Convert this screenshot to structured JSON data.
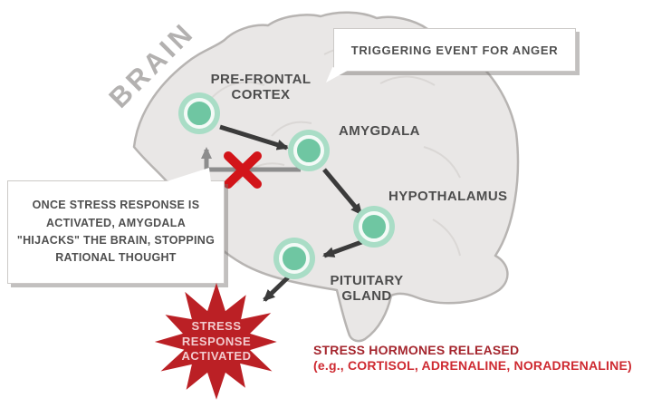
{
  "brain": {
    "label": "BRAIN"
  },
  "callouts": {
    "trigger": {
      "text": "TRIGGERING EVENT FOR ANGER"
    },
    "hijack": {
      "text": "ONCE STRESS RESPONSE IS\nACTIVATED, AMYGDALA\n\"HIJACKS\" THE BRAIN, STOPPING\nRATIONAL THOUGHT"
    }
  },
  "nodes": {
    "pfc": {
      "label": "PRE-FRONTAL\nCORTEX"
    },
    "amygdala": {
      "label": "AMYGDALA"
    },
    "hypothalamus": {
      "label": "HYPOTHALAMUS"
    },
    "pituitary": {
      "label": "PITUITARY\nGLAND"
    }
  },
  "starburst": {
    "text": "STRESS\nRESPONSE\nACTIVATED"
  },
  "hormones": {
    "line1": "STRESS HORMONES RELEASED",
    "line2": "(e.g., CORTISOL, ADRENALINE, NORADRENALINE)"
  },
  "icons": {
    "blocked_x": "red-x-cross",
    "stress_burst": "12-point-starburst"
  },
  "colors": {
    "node_fill": "#6fc6a2",
    "node_ring": "#a9ddc6",
    "brain_fill": "#e9e7e6",
    "brain_stroke": "#b7b4b2",
    "arrow_black": "#3b3b3b",
    "arrow_gray": "#8d8d8d",
    "blocked_x_red": "#d21419",
    "starburst_red": "#bb2025",
    "starburst_text": "#f2cbce",
    "hormones_dark_red": "#a5262e",
    "hormones_bright_red": "#ce2a31",
    "label_gray": "#4d4d4d"
  }
}
